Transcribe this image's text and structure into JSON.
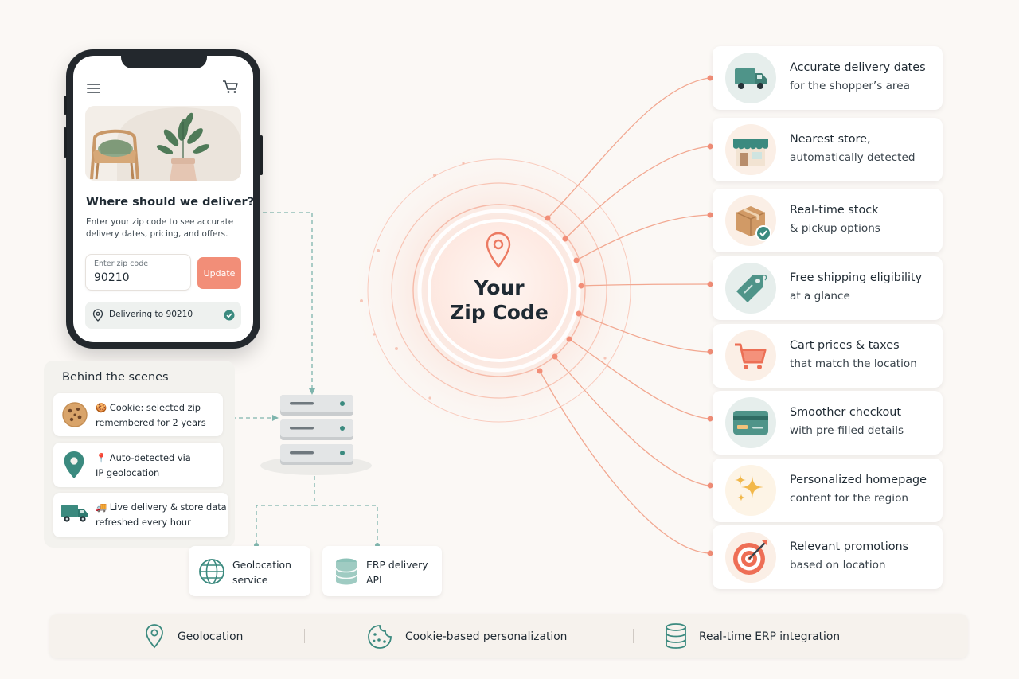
{
  "colors": {
    "accent": "#f28e78",
    "teal": "#3b8a7f",
    "navy": "#1f2a33",
    "background": "#fbf8f5"
  },
  "phone": {
    "title": "Where should we deliver?",
    "subtitle": "Enter your zip code to see accurate delivery dates, pricing, and offers.",
    "zip_label": "Enter zip code",
    "zip_value": "90210",
    "update_label": "Update",
    "delivering_text": "Delivering to 90210",
    "icons": [
      "menu-icon",
      "cart-icon",
      "location-pin-icon",
      "check-circle-icon"
    ]
  },
  "behind_scenes": {
    "title": "Behind the scenes",
    "items": [
      {
        "icon": "cookie-icon",
        "line1": "🍪 Cookie: selected zip —",
        "line2": "remembered for 2 years"
      },
      {
        "icon": "map-pin-icon",
        "line1": "📍 Auto-detected via",
        "line2": "IP geolocation"
      },
      {
        "icon": "truck-icon",
        "line1": "🚚 Live delivery & store data",
        "line2": "refreshed every hour"
      }
    ]
  },
  "services": [
    {
      "icon": "globe-icon",
      "line1": "Geolocation",
      "line2": "service"
    },
    {
      "icon": "database-icon",
      "line1": "ERP delivery",
      "line2": "API"
    }
  ],
  "hub": {
    "line1": "Your",
    "line2": "Zip Code",
    "icon": "location-pin-icon"
  },
  "benefits": [
    {
      "icon": "delivery-truck-icon",
      "title": "Accurate delivery dates",
      "subtitle": "for the shopper’s area"
    },
    {
      "icon": "storefront-icon",
      "title": "Nearest store,",
      "subtitle": "automatically detected"
    },
    {
      "icon": "package-check-icon",
      "title": "Real-time stock",
      "subtitle": "& pickup options"
    },
    {
      "icon": "price-tag-icon",
      "title": "Free shipping eligibility",
      "subtitle": "at a glance"
    },
    {
      "icon": "shopping-cart-icon",
      "title": "Cart prices & taxes",
      "subtitle": "that match the location"
    },
    {
      "icon": "credit-card-icon",
      "title": "Smoother checkout",
      "subtitle": "with pre-filled details"
    },
    {
      "icon": "sparkles-icon",
      "title": "Personalized homepage",
      "subtitle": "content for the region"
    },
    {
      "icon": "target-icon",
      "title": "Relevant promotions",
      "subtitle": "based on location"
    }
  ],
  "footer": [
    {
      "icon": "location-pin-icon",
      "label": "Geolocation"
    },
    {
      "icon": "cookie-icon",
      "label": "Cookie-based personalization"
    },
    {
      "icon": "database-icon",
      "label": "Real-time ERP integration"
    }
  ]
}
